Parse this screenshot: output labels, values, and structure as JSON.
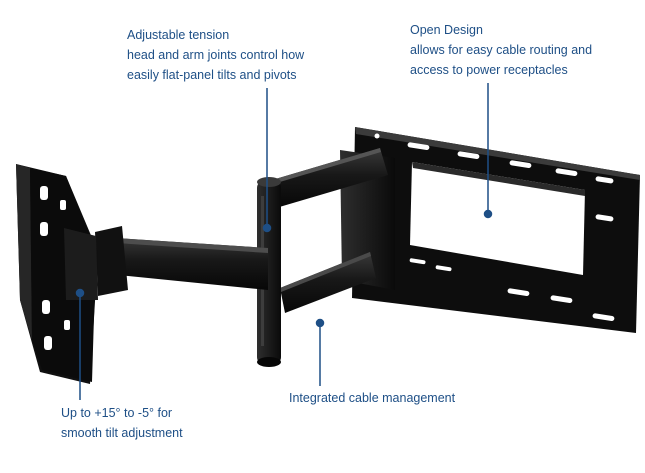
{
  "callouts": {
    "tension": {
      "title": "Adjustable tension",
      "line1": "head and arm joints control how",
      "line2": "easily flat-panel tilts and pivots"
    },
    "open_design": {
      "title": "Open Design",
      "line1": "allows for easy cable routing and",
      "line2": "access to power receptacles"
    },
    "cable": {
      "title": "Integrated cable management"
    },
    "tilt": {
      "line1": "Up  to +15° to -5° for",
      "line2": "smooth tilt adjustment"
    }
  },
  "colors": {
    "callout_text": "#1e4f86",
    "leader_line": "#1e4f86",
    "mount_metal": "#141414",
    "background": "#ffffff"
  }
}
